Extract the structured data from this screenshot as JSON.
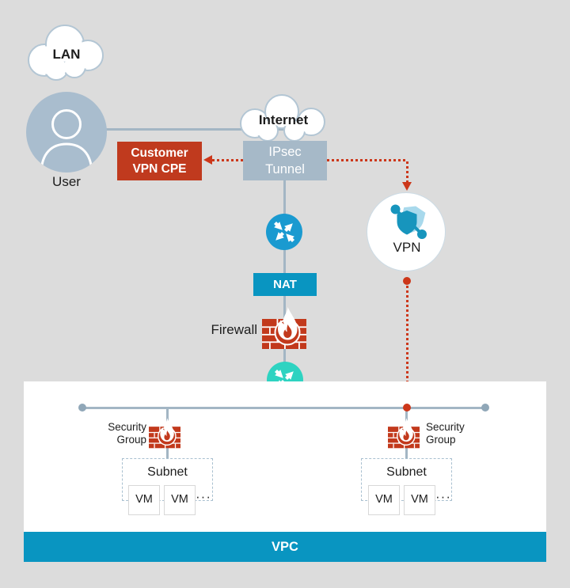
{
  "colors": {
    "background": "#dcdcdc",
    "teal": "#0995c1",
    "steel": "#a6b9c8",
    "avatar": "#a9bdce",
    "connector": "#a3b6c4",
    "connector_dot": "#90a7b8",
    "red": "#c03a1e",
    "red_dash": "#cc371a",
    "fw_red": "#c2391c",
    "router_blue": "#1a9ad0",
    "router_teal": "#2ed3c1",
    "vpn_blue": "#1795bd",
    "vpn_light": "#a8d9ec",
    "text": "#1d1d1d",
    "cloud_border": "#b3c6d4",
    "subnet_border": "#a9c0d0",
    "vm_border": "#d8d8d8",
    "vpn_circle_border": "#ccdbe5"
  },
  "nodes": {
    "lan": {
      "label": "LAN"
    },
    "user": {
      "label": "User"
    },
    "internet": {
      "label": "Internet"
    },
    "customer_vpn_cpe": {
      "line1": "Customer",
      "line2": "VPN CPE"
    },
    "ipsec_tunnel": {
      "line1": "IPsec",
      "line2": "Tunnel"
    },
    "nat": {
      "label": "NAT"
    },
    "firewall": {
      "label": "Firewall"
    },
    "vpn_gateway": {
      "label": "VPN"
    }
  },
  "vpc": {
    "label": "VPC",
    "left_group": {
      "security_group": [
        "Security",
        "Group"
      ],
      "subnet": "Subnet",
      "vms": [
        "VM",
        "VM"
      ],
      "more": "···"
    },
    "right_group": {
      "security_group": [
        "Security",
        "Group"
      ],
      "subnet": "Subnet",
      "vms": [
        "VM",
        "VM"
      ],
      "more": "···"
    }
  }
}
